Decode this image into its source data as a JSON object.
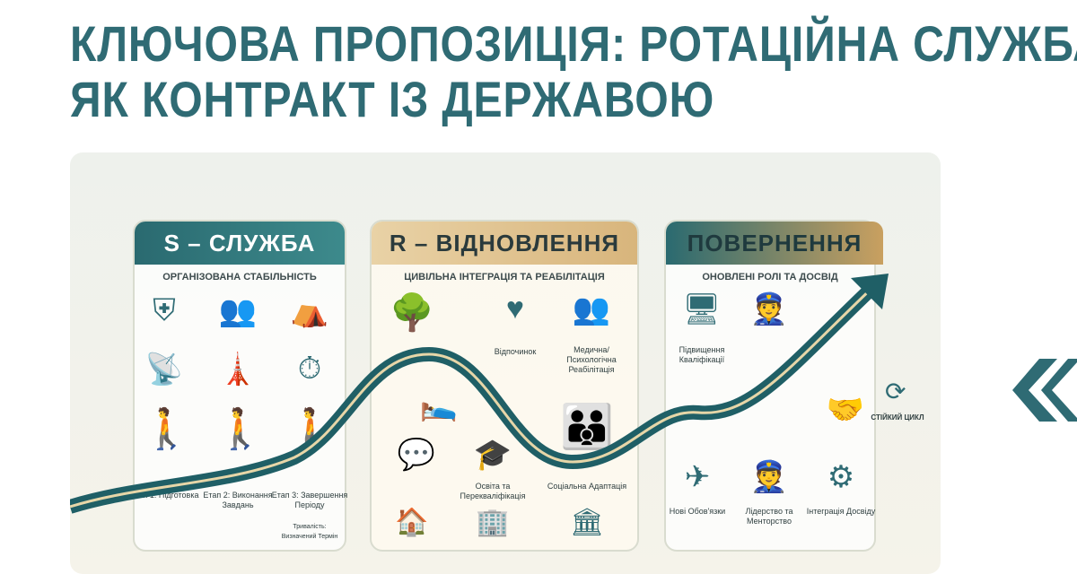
{
  "title": {
    "line1": "КЛЮЧОВА ПРОПОЗИЦІЯ: РОТАЦІЙНА СЛУЖБА",
    "line2": "ЯК КОНТРАКТ ІЗ ДЕРЖАВОЮ"
  },
  "panels": {
    "service": {
      "heading": "S – СЛУЖБА",
      "subtitle": "ОРГАНІЗОВАНА СТАБІЛЬНІСТЬ",
      "stage1": "Етап 1: Підготовка",
      "stage2": "Етап 2: Виконання Завдань",
      "stage3": "Етап 3: Завершення Періоду",
      "duration": "Тривалість: Визначений Термін"
    },
    "recovery": {
      "heading": "R – ВІДНОВЛЕННЯ",
      "subtitle": "ЦИВІЛЬНА ІНТЕГРАЦІЯ ТА РЕАБІЛІТАЦІЯ",
      "rest": "Відпочинок",
      "medical": "Медична/ Психологічна Реабілітація",
      "education": "Освіта та Перекваліфікація",
      "social": "Соціальна Адаптація"
    },
    "return": {
      "heading": "ПОВЕРНЕННЯ",
      "subtitle": "ОНОВЛЕНІ РОЛІ ТА ДОСВІД",
      "skills": "Підвищення Кваліфікації",
      "duties": "Нові Обов'язки",
      "leadership": "Лідерство та Менторство",
      "integration": "Інтеграція Досвіду"
    }
  },
  "cycle": "СТІЙКИЙ ЦИКЛ",
  "colors": {
    "teal": "#2f6b74",
    "gold": "#c9a060"
  }
}
